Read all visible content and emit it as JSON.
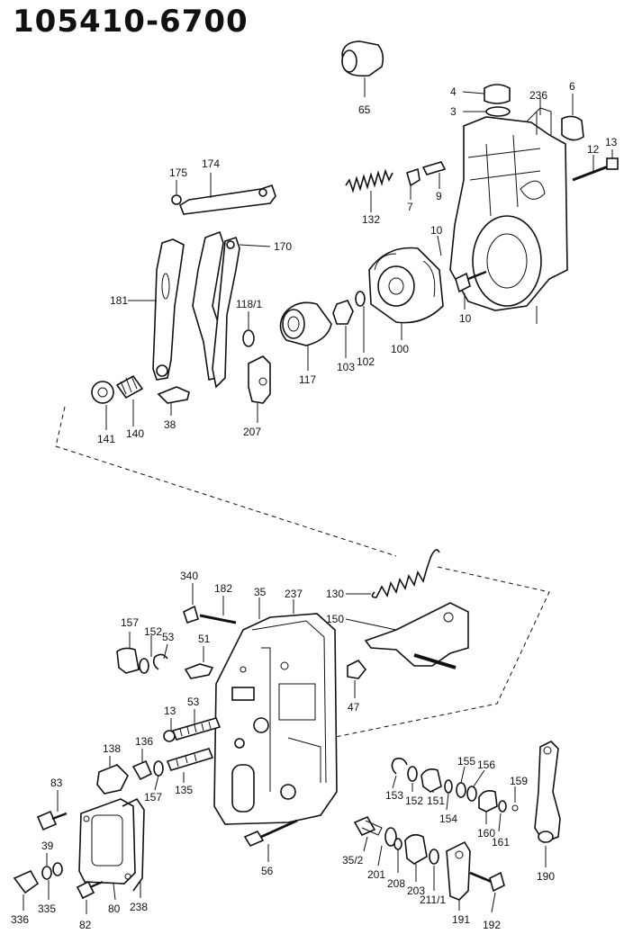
{
  "title": "105410-6700",
  "callouts": {
    "c65": "65",
    "c4": "4",
    "c3": "3",
    "c236": "236",
    "c6": "6",
    "c12": "12",
    "c13a": "13",
    "c175": "175",
    "c174": "174",
    "c132": "132",
    "c7": "7",
    "c9": "9",
    "c10a": "10",
    "c10b": "10",
    "c170": "170",
    "c181": "181",
    "c118_1": "118/1",
    "c117": "117",
    "c103": "103",
    "c102": "102",
    "c100": "100",
    "c141": "141",
    "c140": "140",
    "c38": "38",
    "c207": "207",
    "c340": "340",
    "c182": "182",
    "c35": "35",
    "c237": "237",
    "c130": "130",
    "c157a": "157",
    "c152a": "152",
    "c53a": "53",
    "c51": "51",
    "c150": "150",
    "c53b": "53",
    "c47": "47",
    "c13b": "13",
    "c138": "138",
    "c136": "136",
    "c157b": "157",
    "c135": "135",
    "c153": "153",
    "c152b": "152",
    "c151": "151",
    "c155": "155",
    "c156": "156",
    "c154": "154",
    "c160": "160",
    "c161": "161",
    "c159": "159",
    "c83": "83",
    "c39": "39",
    "c336": "336",
    "c335": "335",
    "c82": "82",
    "c80": "80",
    "c238": "238",
    "c56": "56",
    "c35_2": "35/2",
    "c201": "201",
    "c208": "208",
    "c203": "203",
    "c211_1": "211/1",
    "c191": "191",
    "c192": "192",
    "c190": "190"
  }
}
